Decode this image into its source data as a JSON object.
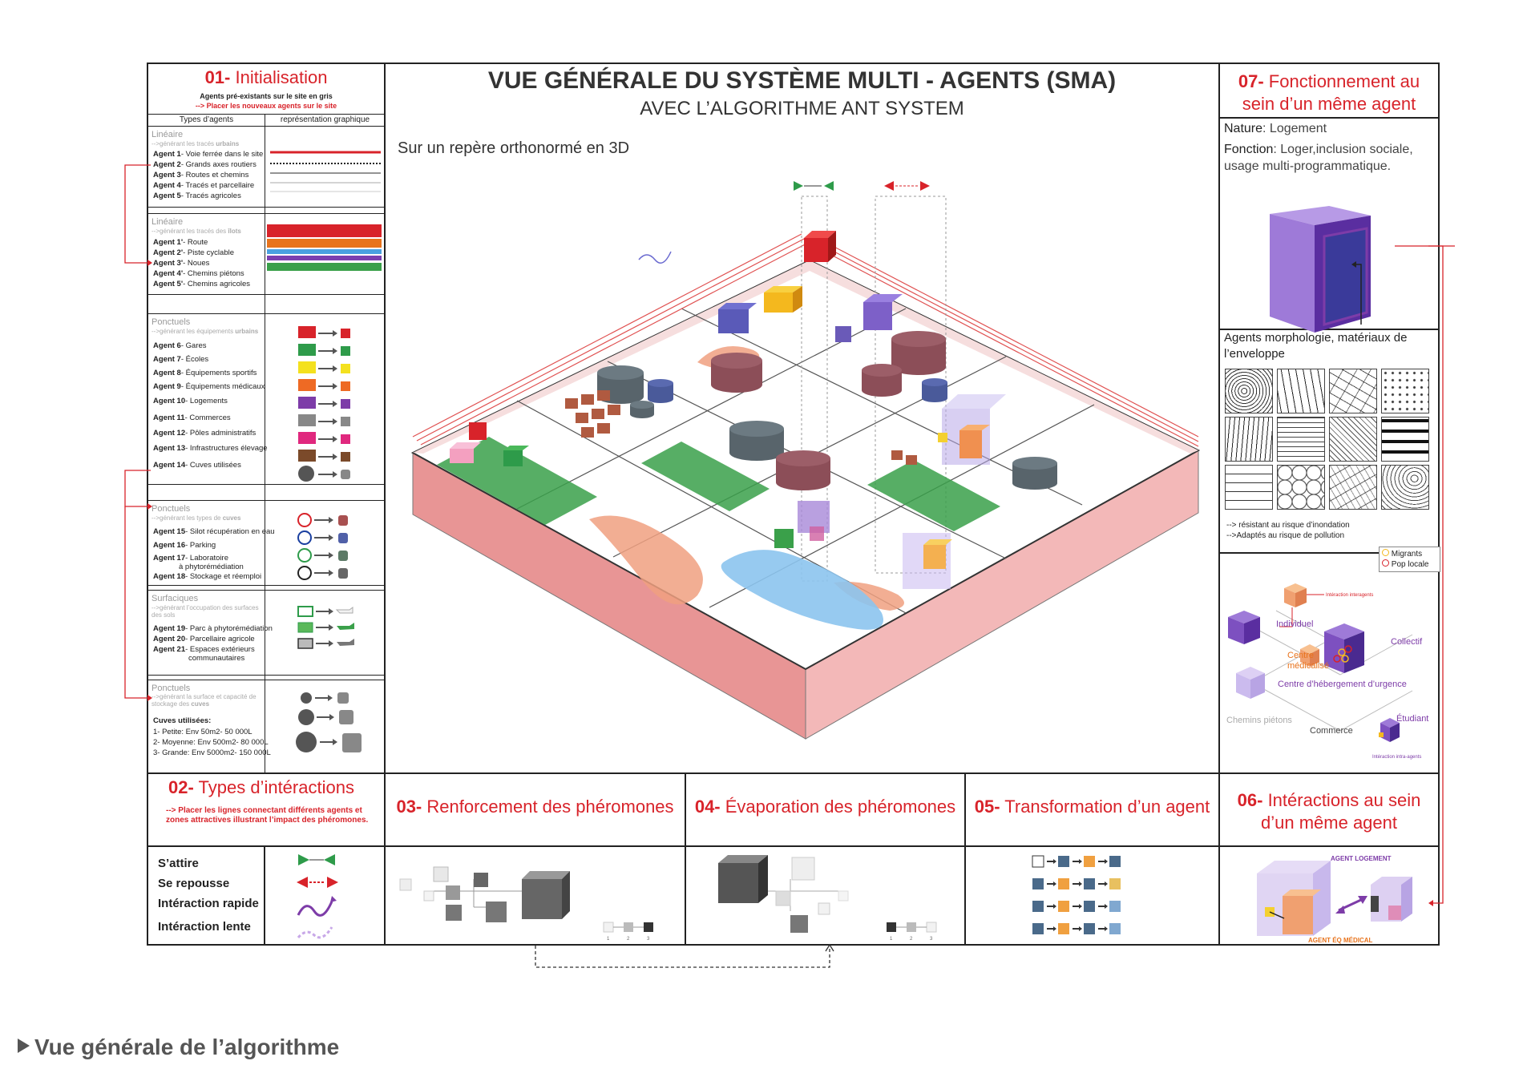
{
  "header": {
    "title": "VUE GÉNÉRALE DU SYSTÈME MULTI - AGENTS (SMA)",
    "subtitle": "AVEC L’ALGORITHME ANT SYSTEM",
    "canvas_caption": "Sur un repère orthonormé en 3D"
  },
  "s01": {
    "num": "01-",
    "title": "Initialisation",
    "note1": "Agents pré-existants sur le site en gris",
    "note2": "--> Placer les nouveaux agents sur le site",
    "col1": "Types d’agents",
    "col2": "représentation graphique",
    "lin1": {
      "label": "Linéaire",
      "sub_prefix": "-->générant les tracés",
      "sub_bold": "urbains",
      "agents": [
        {
          "id": "Agent 1",
          "name": "- Voie ferrée dans le site"
        },
        {
          "id": "Agent 2",
          "name": "- Grands axes routiers"
        },
        {
          "id": "Agent 3",
          "name": "- Routes et chemins"
        },
        {
          "id": "Agent 4",
          "name": "- Tracés et parcellaire"
        },
        {
          "id": "Agent 5",
          "name": "- Tracés agricoles"
        }
      ]
    },
    "lin2": {
      "label": "Linéaire",
      "sub_prefix": "-->générant les tracés des",
      "sub_bold": "îlots",
      "agents": [
        {
          "id": "Agent 1'",
          "name": "- Route",
          "color": "#d8232a"
        },
        {
          "id": "Agent 2'",
          "name": "- Piste cyclable",
          "color": "#e8731c"
        },
        {
          "id": "Agent 3'",
          "name": "- Noues",
          "color": "#4aa0e0"
        },
        {
          "id": "Agent 4'",
          "name": "- Chemins piétons",
          "color": "#7b3fb0"
        },
        {
          "id": "Agent 5'",
          "name": "- Chemins agricoles",
          "color": "#3aa04a"
        }
      ]
    },
    "ponc1": {
      "label": "Ponctuels",
      "sub_prefix": "-->générant les équipements",
      "sub_bold": "urbains",
      "agents": [
        {
          "id": "Agent 6",
          "name": "- Gares",
          "color": "#d8232a"
        },
        {
          "id": "Agent 7",
          "name": "- Écoles",
          "color": "#2e9b4a"
        },
        {
          "id": "Agent 8",
          "name": "- Équipements sportifs",
          "color": "#f4e11e"
        },
        {
          "id": "Agent 9",
          "name": "- Équipements médicaux",
          "color": "#ee6a24"
        },
        {
          "id": "Agent 10",
          "name": "- Logements",
          "color": "#7d3ca8"
        },
        {
          "id": "Agent 11",
          "name": "- Commerces",
          "color": "#888888"
        },
        {
          "id": "Agent 12",
          "name": "- Pôles administratifs",
          "color": "#e0287e"
        },
        {
          "id": "Agent 13",
          "name": "- Infrastructures élevage",
          "color": "#7b4a2a"
        },
        {
          "id": "Agent 14",
          "name": "- Cuves utilisées",
          "color": "#555555"
        }
      ]
    },
    "ponc2": {
      "label": "Ponctuels",
      "sub_prefix": "-->générant les types de",
      "sub_bold": "cuves",
      "agents": [
        {
          "id": "Agent 15",
          "name": "- Silot récupération en eau",
          "color": "#d8232a"
        },
        {
          "id": "Agent 16",
          "name": "- Parking",
          "color": "#1a3fa0"
        },
        {
          "id": "Agent 17",
          "name": "- Laboratoire",
          "name2": "à phytorémédiation",
          "color": "#2e9b4a"
        },
        {
          "id": "Agent 18",
          "name": "- Stockage et réemploi",
          "color": "#222222"
        }
      ]
    },
    "surf": {
      "label": "Surfaciques",
      "sub": "-->générant l’occupation des surfaces des sols",
      "agents": [
        {
          "id": "Agent 19",
          "name": "- Parc à phytorémédiation",
          "color": "#2e9b4a"
        },
        {
          "id": "Agent 20",
          "name": "- Parcellaire agricole",
          "color": "#5ab85a"
        },
        {
          "id": "Agent 21",
          "name": "- Espaces extérieurs",
          "name2": "communautaires",
          "color": "#bbbbbb"
        }
      ]
    },
    "ponc3": {
      "label": "Ponctuels",
      "sub_prefix": "-->générant la surface et capacité de stockage des",
      "sub_bold": "cuves",
      "cuves_title": "Cuves utilisées:",
      "cuves": [
        "1- Petite: Env 50m2- 50 000L",
        "2- Moyenne: Env 500m2- 80 000L",
        "3- Grande: Env 5000m2- 150 000L"
      ]
    }
  },
  "s02": {
    "num": "02-",
    "title": "Types d’intéractions",
    "note": "--> Placer les lignes connectant différents agents et zones attractives illustrant l’impact des phéromones.",
    "items": [
      "S’attire",
      "Se repousse",
      "Intéraction rapide",
      "Intéraction lente"
    ]
  },
  "s03": {
    "num": "03-",
    "title": "Renforcement des phéromones",
    "steps": [
      "1",
      "2",
      "3"
    ]
  },
  "s04": {
    "num": "04-",
    "title": "Évaporation des phéromones",
    "steps": [
      "1",
      "2",
      "3"
    ]
  },
  "s05": {
    "num": "05-",
    "title": "Transformation d’un agent"
  },
  "s06": {
    "num": "06-",
    "title_l1": "Intéractions au sein",
    "title_l2": "d’un même agent",
    "label_top": "AGENT LOGEMENT",
    "label_bottom": "AGENT ÉQ MÉDICAL"
  },
  "s07": {
    "num": "07-",
    "title_l1": "Fonctionnement au",
    "title_l2": "sein d’un même agent",
    "nature_label": "Nature",
    "nature_value": ": Logement",
    "fonction_label": "Fonction",
    "fonction_value": ": Loger,inclusion sociale,",
    "fonction_value2": "usage multi-programmatique.",
    "morpho_l1": "Agents morphologie, matériaux de",
    "morpho_l2": "l’enveloppe",
    "note1": "--> résistant au risque d’inondation",
    "note2": "-->Adaptés au risque de pollution",
    "legend": [
      "Migrants",
      "Pop locale"
    ],
    "diagram": {
      "individuel": "Individuel",
      "collectif": "Collectif",
      "centre_medical": "Centre médicalisé",
      "centre_hebergement": "Centre d’hébergement d’urgence",
      "etudiant": "Étudiant",
      "commerce": "Commerce",
      "chemins": "Chemins piétons",
      "inter_top": "Intéraction interagents",
      "inter_bottom": "Intéraction intra-agents"
    }
  },
  "footer": {
    "caption": "Vue générale de l’algorithme"
  },
  "colors": {
    "accent": "#d8232a",
    "purple": "#7d3ca8",
    "green": "#2e9b4a",
    "pink_base": "#e89a9a"
  }
}
